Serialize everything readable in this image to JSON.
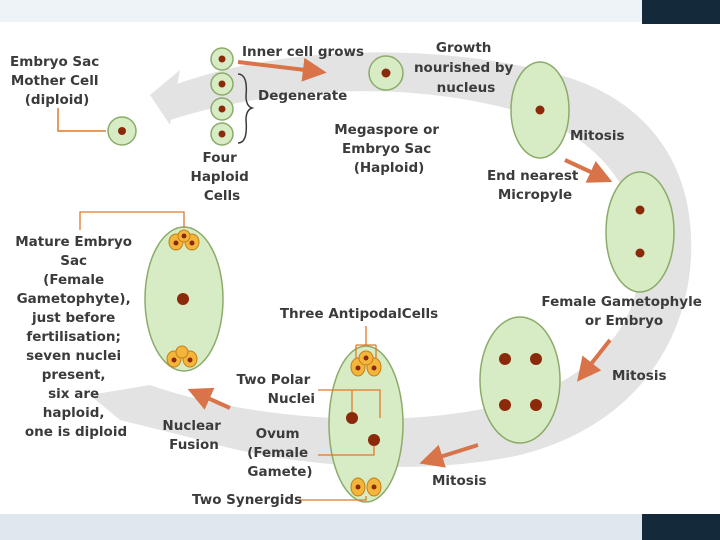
{
  "labels": {
    "embryo_sac_mother_cell": [
      "Embryo Sac",
      "Mother Cell",
      "(diploid)"
    ],
    "inner_cell_grows": "Inner cell grows",
    "degenerate": "Degenerate",
    "four_haploid_cells": [
      "Four",
      "Haploid",
      "Cells"
    ],
    "growth_nourished": [
      "Growth",
      "nourished by",
      "nucleus"
    ],
    "megaspore": [
      "Megaspore or",
      "Embryo Sac",
      "(Haploid)"
    ],
    "mitosis_1": "Mitosis",
    "end_nearest_micropyle": [
      "End nearest",
      "Micropyle"
    ],
    "female_gametophyte": [
      "Female Gametophyle",
      "or Embryo"
    ],
    "mitosis_2": "Mitosis",
    "mitosis_3": "Mitosis",
    "mature_embryo_sac": [
      "Mature Embryo",
      "Sac",
      "(Female",
      "Gametophyte),",
      "just before",
      "fertilisation;",
      "seven nuclei",
      "present,",
      "six are",
      "haploid,",
      "one is diploid"
    ],
    "three_antipodal": "Three AntipodalCells",
    "two_polar_nuclei": [
      "Two Polar",
      "Nuclei"
    ],
    "ovum": [
      "Ovum",
      "(Female",
      "Gamete)"
    ],
    "two_synergids": "Two Synergids",
    "nuclear_fusion": [
      "Nuclear",
      "Fusion"
    ]
  },
  "colors": {
    "cell_fill": "#d7ecc4",
    "cell_stroke": "#8bab6a",
    "nucleus": "#8b2a0a",
    "arrow": "#d9744a",
    "cycle_band": "#e3e3e3",
    "text": "#3b3b3b",
    "connector": "#e07a2a",
    "synergid": "#f4b63a"
  }
}
